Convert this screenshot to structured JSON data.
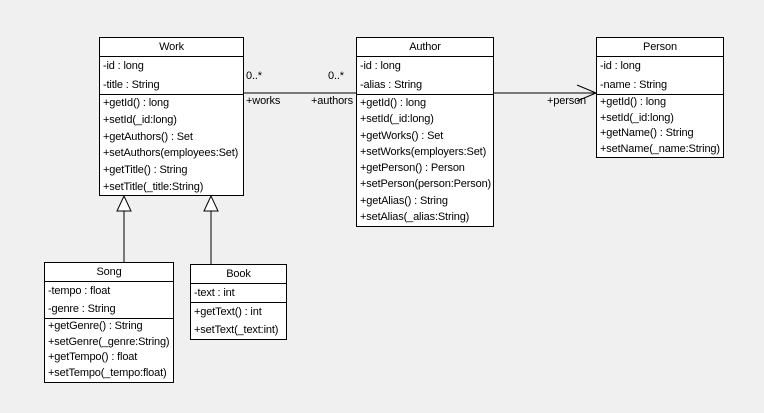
{
  "diagram": {
    "kind": "uml-class-diagram",
    "background_color": "#f0f0f0",
    "box_fill_color": "#ffffff",
    "line_color": "#000000"
  },
  "classes": {
    "work": {
      "name": "Work",
      "attributes": [
        "-id : long",
        "-title : String"
      ],
      "methods": [
        "+getId() : long",
        "+setId(_id:long)",
        "+getAuthors() : Set",
        "+setAuthors(employees:Set)",
        "+getTitle() : String",
        "+setTitle(_title:String)"
      ]
    },
    "author": {
      "name": "Author",
      "attributes": [
        "-id : long",
        "-alias : String"
      ],
      "methods": [
        "+getId() : long",
        "+setId(_id:long)",
        "+getWorks() : Set",
        "+setWorks(employers:Set)",
        "+getPerson() : Person",
        "+setPerson(person:Person)",
        "+getAlias() : String",
        "+setAlias(_alias:String)"
      ]
    },
    "person": {
      "name": "Person",
      "attributes": [
        "-id : long",
        "-name : String"
      ],
      "methods": [
        "+getId() : long",
        "+setId(_id:long)",
        "+getName() : String",
        "+setName(_name:String)"
      ]
    },
    "song": {
      "name": "Song",
      "attributes": [
        "-tempo : float",
        "-genre : String"
      ],
      "methods": [
        "+getGenre() : String",
        "+setGenre(_genre:String)",
        "+getTempo() : float",
        "+setTempo(_tempo:float)"
      ]
    },
    "book": {
      "name": "Book",
      "attributes": [
        "-text : int"
      ],
      "methods": [
        "+getText() : int",
        "+setText(_text:int)"
      ]
    }
  },
  "associations": {
    "work_author": {
      "works_multiplicity": "0..*",
      "works_role": "+works",
      "authors_multiplicity": "0..*",
      "authors_role": "+authors"
    },
    "author_person": {
      "person_role": "+person"
    }
  }
}
